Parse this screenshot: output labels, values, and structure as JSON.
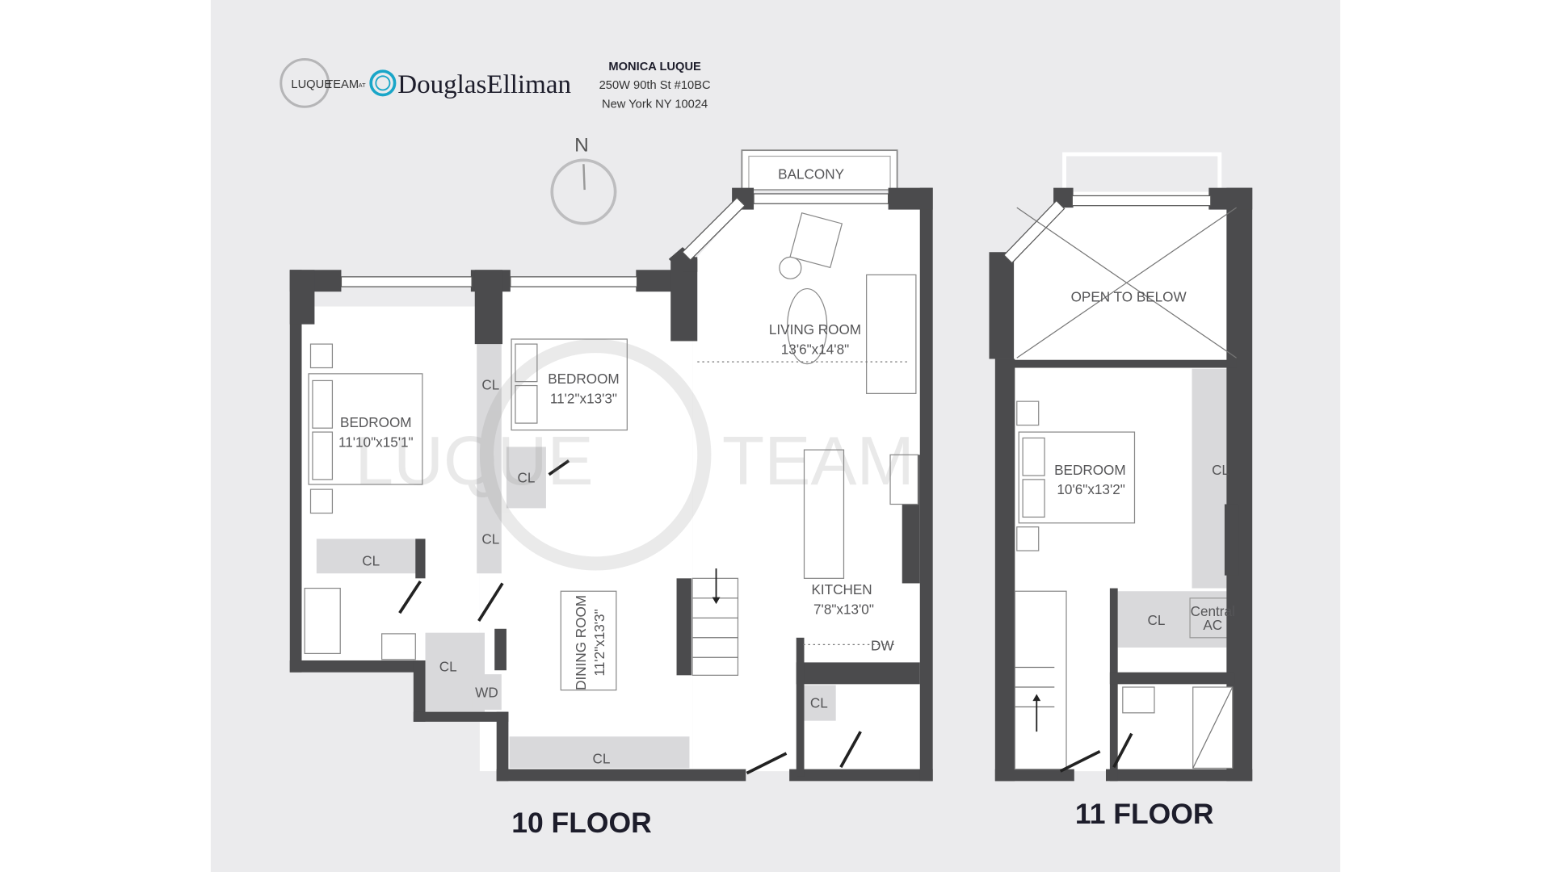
{
  "header": {
    "logo_team_left": "LUQUE",
    "logo_team_right": "TEAM",
    "logo_at": "AT",
    "brand": "DouglasElliman",
    "agent_name": "MONICA LUQUE",
    "address_line1": "250W 90th St #10BC",
    "address_line2": "New York NY 10024"
  },
  "compass": {
    "label": "N"
  },
  "colors": {
    "background": "#ebebed",
    "wall": "#4b4b4d",
    "closet": "#d9d9db",
    "brand_accent": "#1aa6c8"
  },
  "floor10": {
    "title": "10 FLOOR",
    "balcony": "BALCONY",
    "bedroom1": {
      "name": "BEDROOM",
      "size": "11'10\"x15'1\""
    },
    "bedroom2": {
      "name": "BEDROOM",
      "size": "11'2\"x13'3\""
    },
    "living": {
      "name": "LIVING ROOM",
      "size": "13'6\"x14'8\""
    },
    "kitchen": {
      "name": "KITCHEN",
      "size": "7'8\"x13'0\""
    },
    "dining": {
      "name": "DINING ROOM",
      "size": "11'2\"x13'3\""
    },
    "closets": [
      "CL",
      "CL",
      "CL",
      "CL",
      "CL",
      "CL",
      "CL"
    ],
    "wd": "WD",
    "dw": "DW"
  },
  "floor11": {
    "title": "11 FLOOR",
    "open_to_below": "OPEN TO BELOW",
    "bedroom": {
      "name": "BEDROOM",
      "size": "10'6\"x13'2\""
    },
    "closets": [
      "CL",
      "CL"
    ],
    "central_ac_line1": "Central",
    "central_ac_line2": "AC"
  },
  "watermark": {
    "left": "LUQUE",
    "right": "TEAM"
  }
}
